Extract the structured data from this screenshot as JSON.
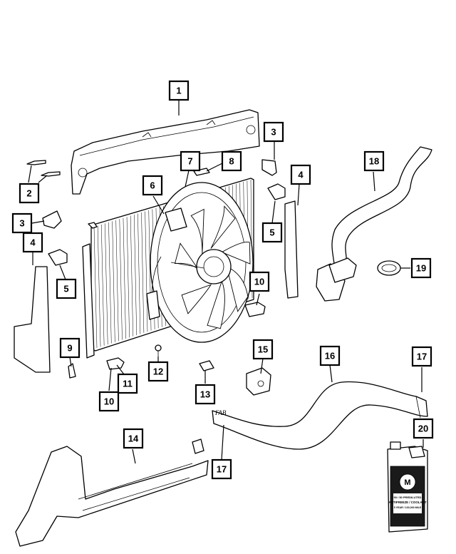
{
  "diagram": {
    "callouts": [
      "1",
      "2",
      "3",
      "3",
      "4",
      "4",
      "5",
      "5",
      "6",
      "7",
      "8",
      "9",
      "10",
      "10",
      "11",
      "12",
      "13",
      "14",
      "15",
      "16",
      "17",
      "17",
      "18",
      "19",
      "20"
    ]
  },
  "coolant_jug": {
    "line1": "50 / 50 PREDILUTED",
    "line2": "ANTIFREEZE / COOLANT",
    "line3": "5 YEAR / 100,000 MILE",
    "brand_mark": "mopar-m-logo"
  },
  "hose_marking": "FAB",
  "colors": {
    "ink": "#000000",
    "paper": "#ffffff"
  }
}
